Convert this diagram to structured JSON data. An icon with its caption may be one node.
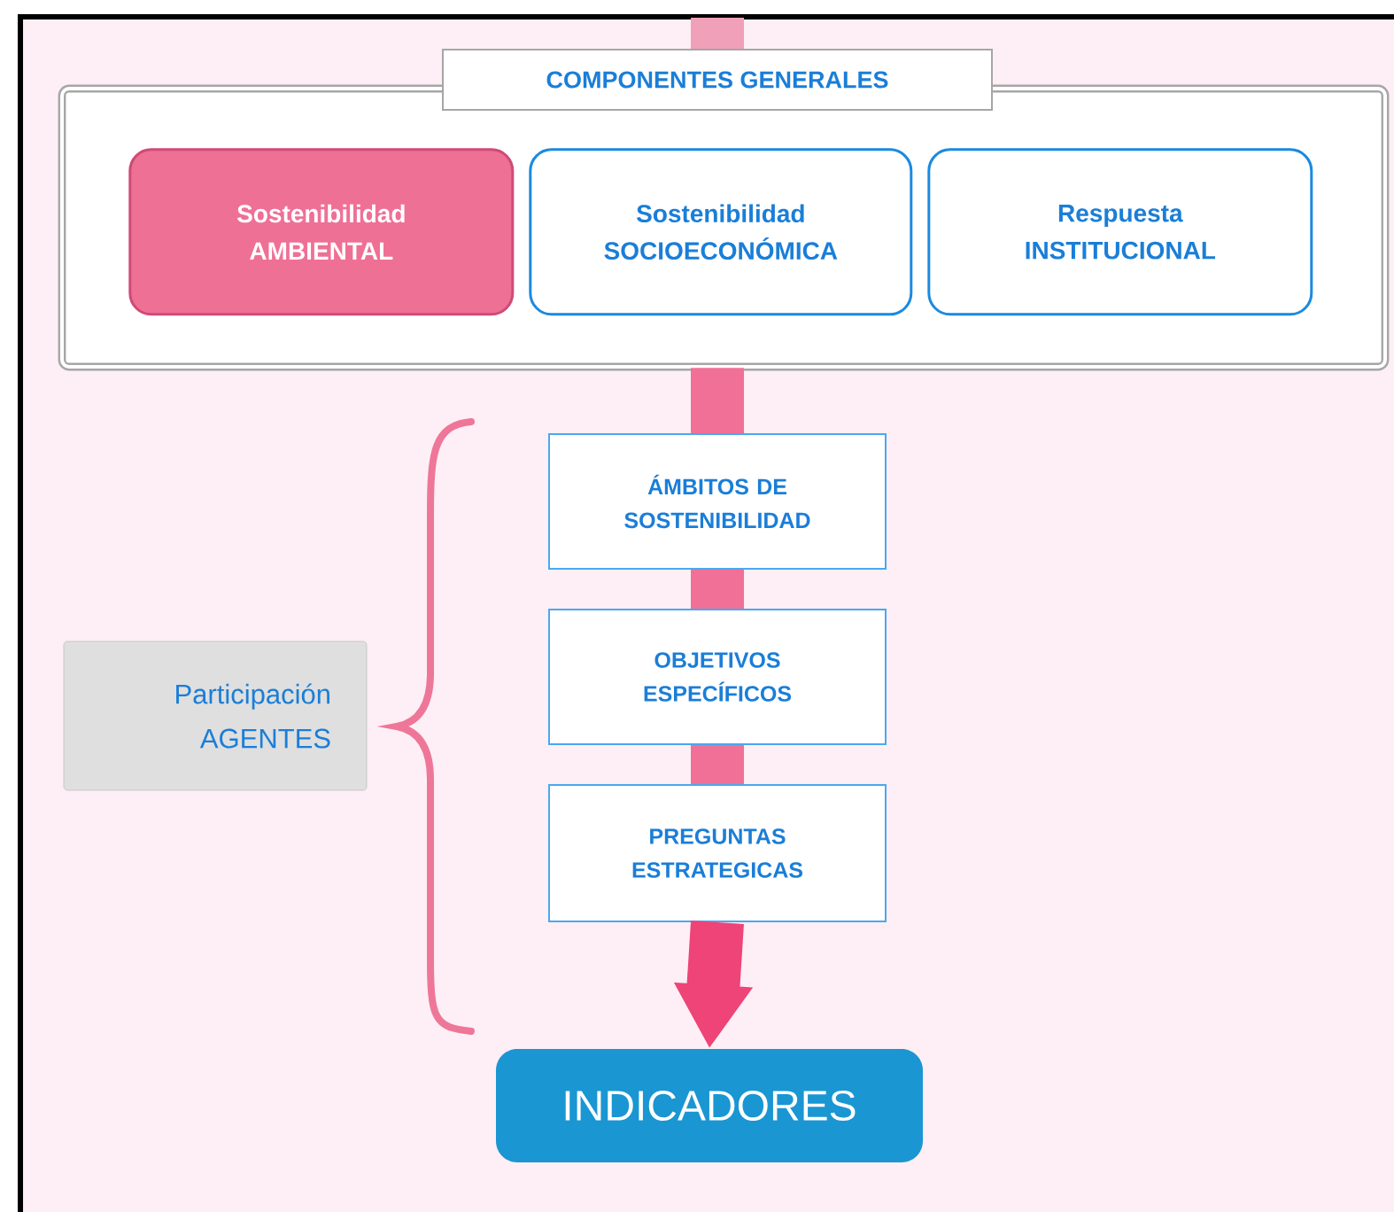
{
  "diagram": {
    "nodes": [
      {
        "text": [
          "COMPONENTES GENERALES"
        ]
      },
      {
        "text": [
          "Sostenibilidad AMBIENTAL"
        ],
        "in": 0
      },
      {
        "text": [
          "Sostenibilidad SOCIOECONÓMICA"
        ],
        "in": 0
      },
      {
        "text": [
          "Respuesta INSTITUCIONAL"
        ],
        "in": 0
      },
      {
        "text": [
          "Participación AGENTES"
        ]
      },
      {
        "text": [
          "ÁMBITOS DE SOSTENIBILIDAD"
        ]
      },
      {
        "text": [
          "OBJETIVOS ESPECÍFICOS"
        ]
      },
      {
        "text": [
          "PREGUNTAS ESTRATEGICAS"
        ]
      },
      {
        "text": [
          "INDICADORES"
        ]
      }
    ],
    "edges": [
      {
        "from": null,
        "to": 0,
        "arrow": "none"
      },
      {
        "from": 0,
        "to": 5,
        "arrow": "none"
      },
      {
        "from": 5,
        "to": 6,
        "arrow": "none"
      },
      {
        "from": 6,
        "to": 7,
        "arrow": "none"
      },
      {
        "from": 7,
        "to": 8,
        "arrow": "to"
      }
    ]
  }
}
